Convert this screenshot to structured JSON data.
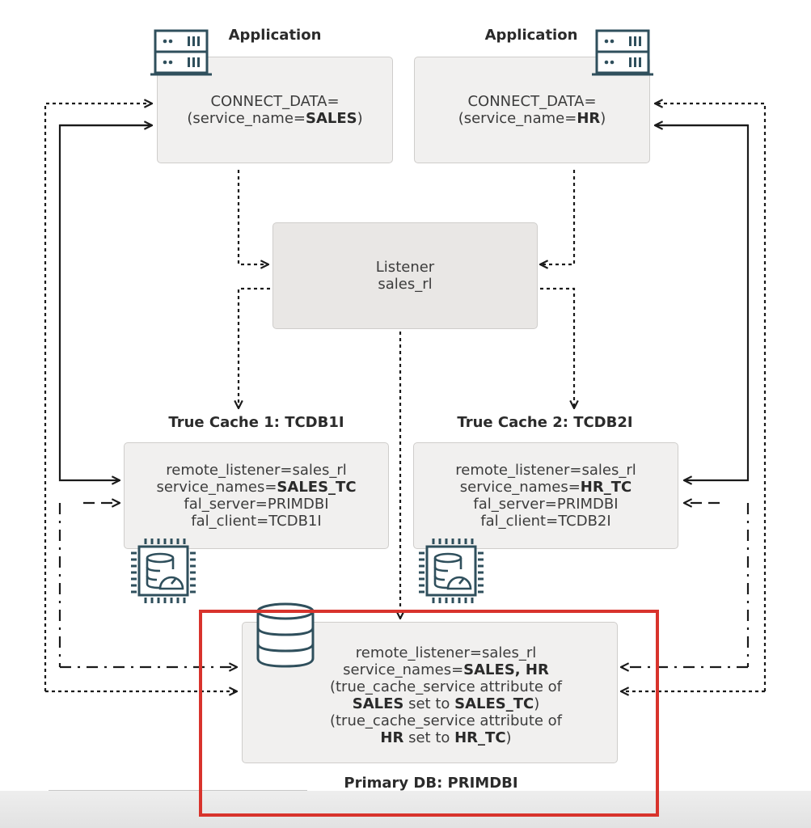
{
  "diagram": {
    "app_sales": {
      "title": "Application",
      "line1": "CONNECT_DATA=",
      "line2_prefix": "(service_name=",
      "line2_bold": "SALES",
      "line2_suffix": ")",
      "icon": "server-rack-icon"
    },
    "app_hr": {
      "title": "Application",
      "line1": "CONNECT_DATA=",
      "line2_prefix": "(service_name=",
      "line2_bold": "HR",
      "line2_suffix": ")",
      "icon": "server-rack-icon"
    },
    "listener": {
      "line1": "Listener",
      "line2": "sales_rl"
    },
    "true_cache_1": {
      "title": "True Cache 1: TCDB1I",
      "remote_listener": "remote_listener=sales_rl",
      "service_names_prefix": "service_names=",
      "service_names_bold": "SALES_TC",
      "fal_server": "fal_server=PRIMDBI",
      "fal_client": "fal_client=TCDB1I",
      "icon": "database-chip-gauge-icon"
    },
    "true_cache_2": {
      "title": "True Cache 2: TCDB2I",
      "remote_listener": "remote_listener=sales_rl",
      "service_names_prefix": "service_names=",
      "service_names_bold": "HR_TC",
      "fal_server": "fal_server=PRIMDBI",
      "fal_client": "fal_client=TCDB2I",
      "icon": "database-chip-gauge-icon"
    },
    "primary_db": {
      "title": "Primary DB: PRIMDBI",
      "remote_listener": "remote_listener=sales_rl",
      "service_names_prefix": "service_names=",
      "service_names_bold": "SALES, HR",
      "attr1_line1": "(true_cache_service attribute of",
      "attr1_bold1": "SALES",
      "attr1_mid": " set to ",
      "attr1_bold2": "SALES_TC",
      "attr1_end": ")",
      "attr2_line1": "(true_cache_service attribute of",
      "attr2_bold1": "HR",
      "attr2_mid": " set to ",
      "attr2_bold2": "HR_TC",
      "attr2_end": ")",
      "icon": "database-icon"
    },
    "colors": {
      "highlight": "#d8332c",
      "icon": "#2f4f5c",
      "box_fill": "#f1f0ef",
      "listener_fill": "#e9e7e5",
      "line": "#1a1a1a"
    }
  }
}
